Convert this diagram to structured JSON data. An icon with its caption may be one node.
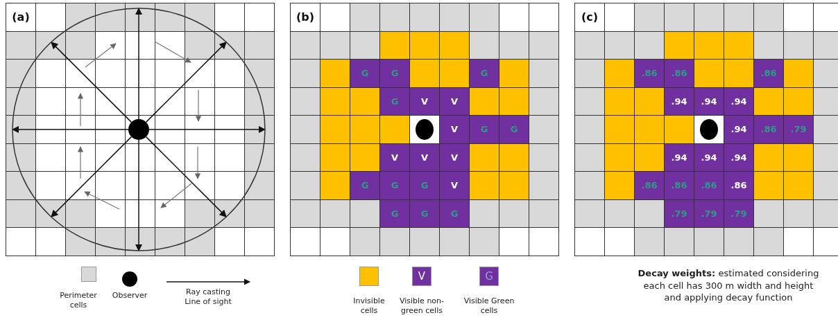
{
  "diagram": {
    "nodes": [
      {
        "text": [],
        "shape": "circle"
      },
      {
        "text": [],
        "shape": "circle",
        "in": 0
      }
    ],
    "edges": [
      {
        "from": 1,
        "to": 0,
        "arrow": "to"
      },
      {
        "from": 1,
        "to": 0,
        "arrow": "to"
      },
      {
        "from": 1,
        "to": 0,
        "arrow": "to"
      },
      {
        "from": 1,
        "to": 0,
        "arrow": "to"
      },
      {
        "from": 1,
        "to": 0,
        "arrow": "to"
      },
      {
        "from": 1,
        "to": 0,
        "arrow": "to"
      },
      {
        "from": 1,
        "to": 0,
        "arrow": "to"
      },
      {
        "from": 1,
        "to": 0,
        "arrow": "to"
      }
    ],
    "labels": [
      "(a)",
      "(b)",
      "G",
      "G",
      "G",
      "G",
      "V",
      "V",
      "V",
      "G",
      "G",
      "V",
      "V",
      "V",
      "G",
      "G",
      "G",
      "V",
      "G",
      "G",
      "G",
      "(c)",
      ".86",
      ".86",
      ".86",
      ".94",
      ".94",
      ".94",
      ".94",
      ".86",
      ".79",
      ".94",
      ".94",
      ".94",
      ".86",
      ".86",
      ".86",
      ".86",
      ".79",
      ".79",
      ".79",
      "V",
      "G",
      "**Decay weights:** estimated considering each cell has 300 m width and height and applying decay function"
    ],
    "legend": [
      {
        "text": "Perimeter cells",
        "color": "#d9d9d9"
      },
      {
        "text": "Observer"
      },
      {
        "text": "Ray casting Line of sight"
      },
      {
        "text": "Invisible cells",
        "color": "#ffc000"
      },
      {
        "text": "Visible non-green cells",
        "color": "#7030a0"
      },
      {
        "text": "Visible Green cells",
        "color": "#7030a0"
      }
    ]
  }
}
